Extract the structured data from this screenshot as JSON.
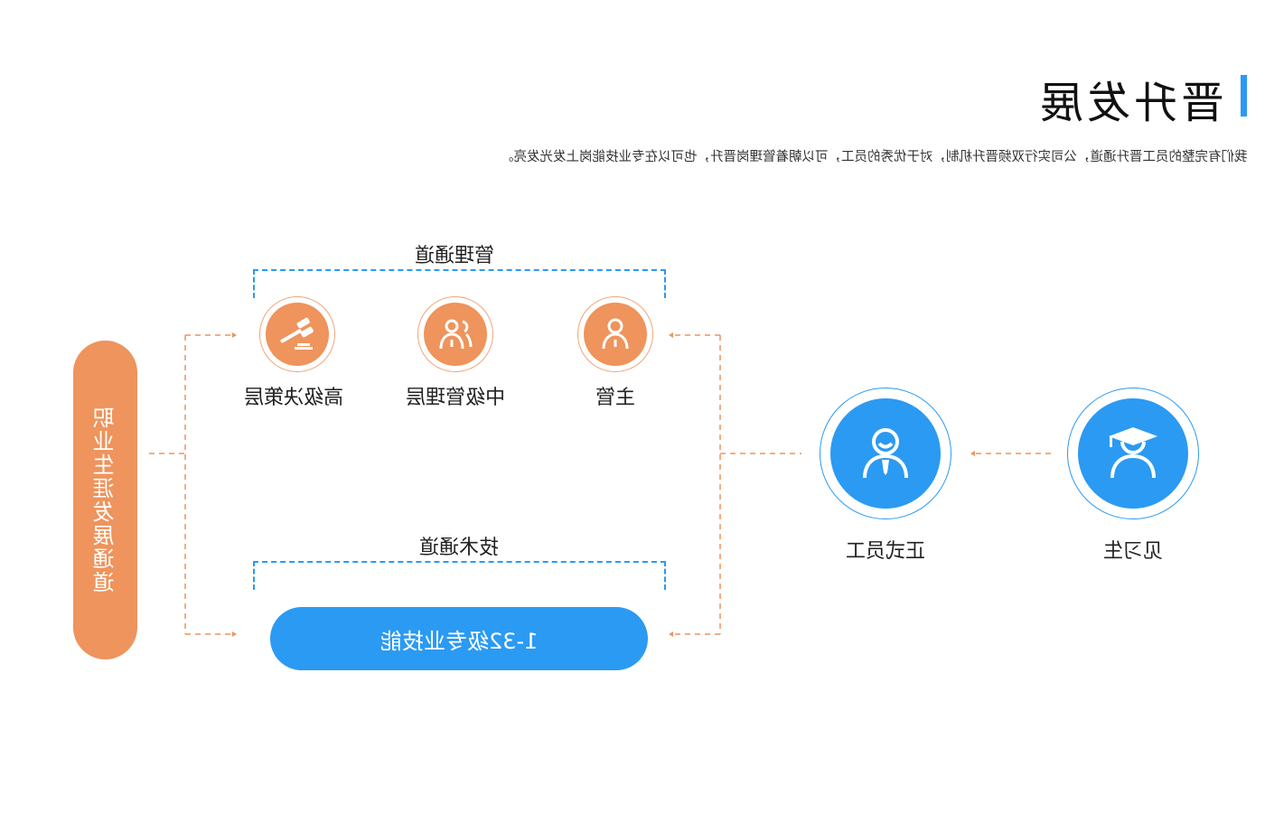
{
  "header": {
    "title": "晋升发展",
    "subtitle": "我们有完整的员工晋升通道，公司实行双频晋升机制，对于优秀的员工，可以朝着管理岗晋升，也可以在专业技能岗上发光发亮。"
  },
  "career_channel": "职业生涯发展通道",
  "management": {
    "label": "管理通道",
    "roles": [
      {
        "label": "高级决策层",
        "icon": "gavel-icon"
      },
      {
        "label": "中级管理层",
        "icon": "group-icon"
      },
      {
        "label": "主管",
        "icon": "person-icon"
      }
    ]
  },
  "technical": {
    "label": "技术通道",
    "levels": "1-32级专业技能"
  },
  "entry": {
    "employee": "正式员工",
    "intern": "见习生"
  },
  "colors": {
    "orange": "#ee945c",
    "blue": "#2b9af3"
  }
}
